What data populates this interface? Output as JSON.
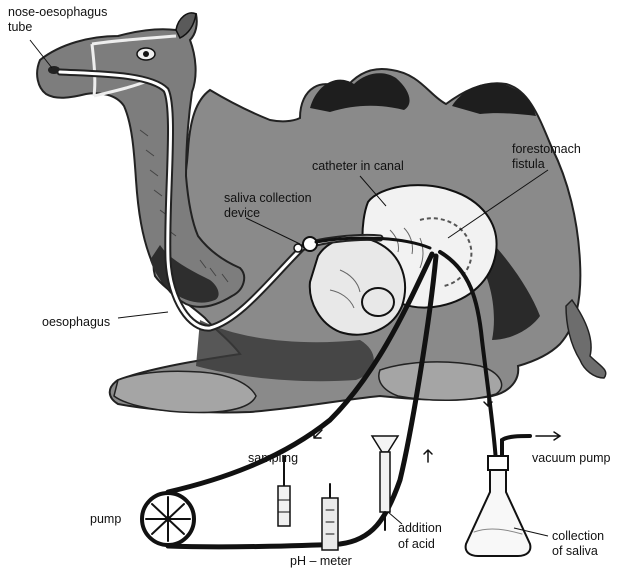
{
  "labels": {
    "nose_tube": [
      "nose-oesophagus",
      "tube"
    ],
    "saliva_device": [
      "saliva collection",
      "device"
    ],
    "catheter": "catheter in canal",
    "fistula": [
      "forestomach",
      "fistula"
    ],
    "oesophagus": "oesophagus",
    "sampling": "sampling",
    "pump": "pump",
    "ph_meter": "pH – meter",
    "addition_acid": [
      "addition",
      "of acid"
    ],
    "vacuum_pump": "vacuum pump",
    "collection_saliva": [
      "collection",
      "of saliva"
    ]
  },
  "colors": {
    "camel_body": "#8a8a8a",
    "camel_shadow": "#3a3a3a",
    "hump_dark": "#1e1e1e",
    "tube": "#111111",
    "stomach": "#f2f2f2"
  }
}
